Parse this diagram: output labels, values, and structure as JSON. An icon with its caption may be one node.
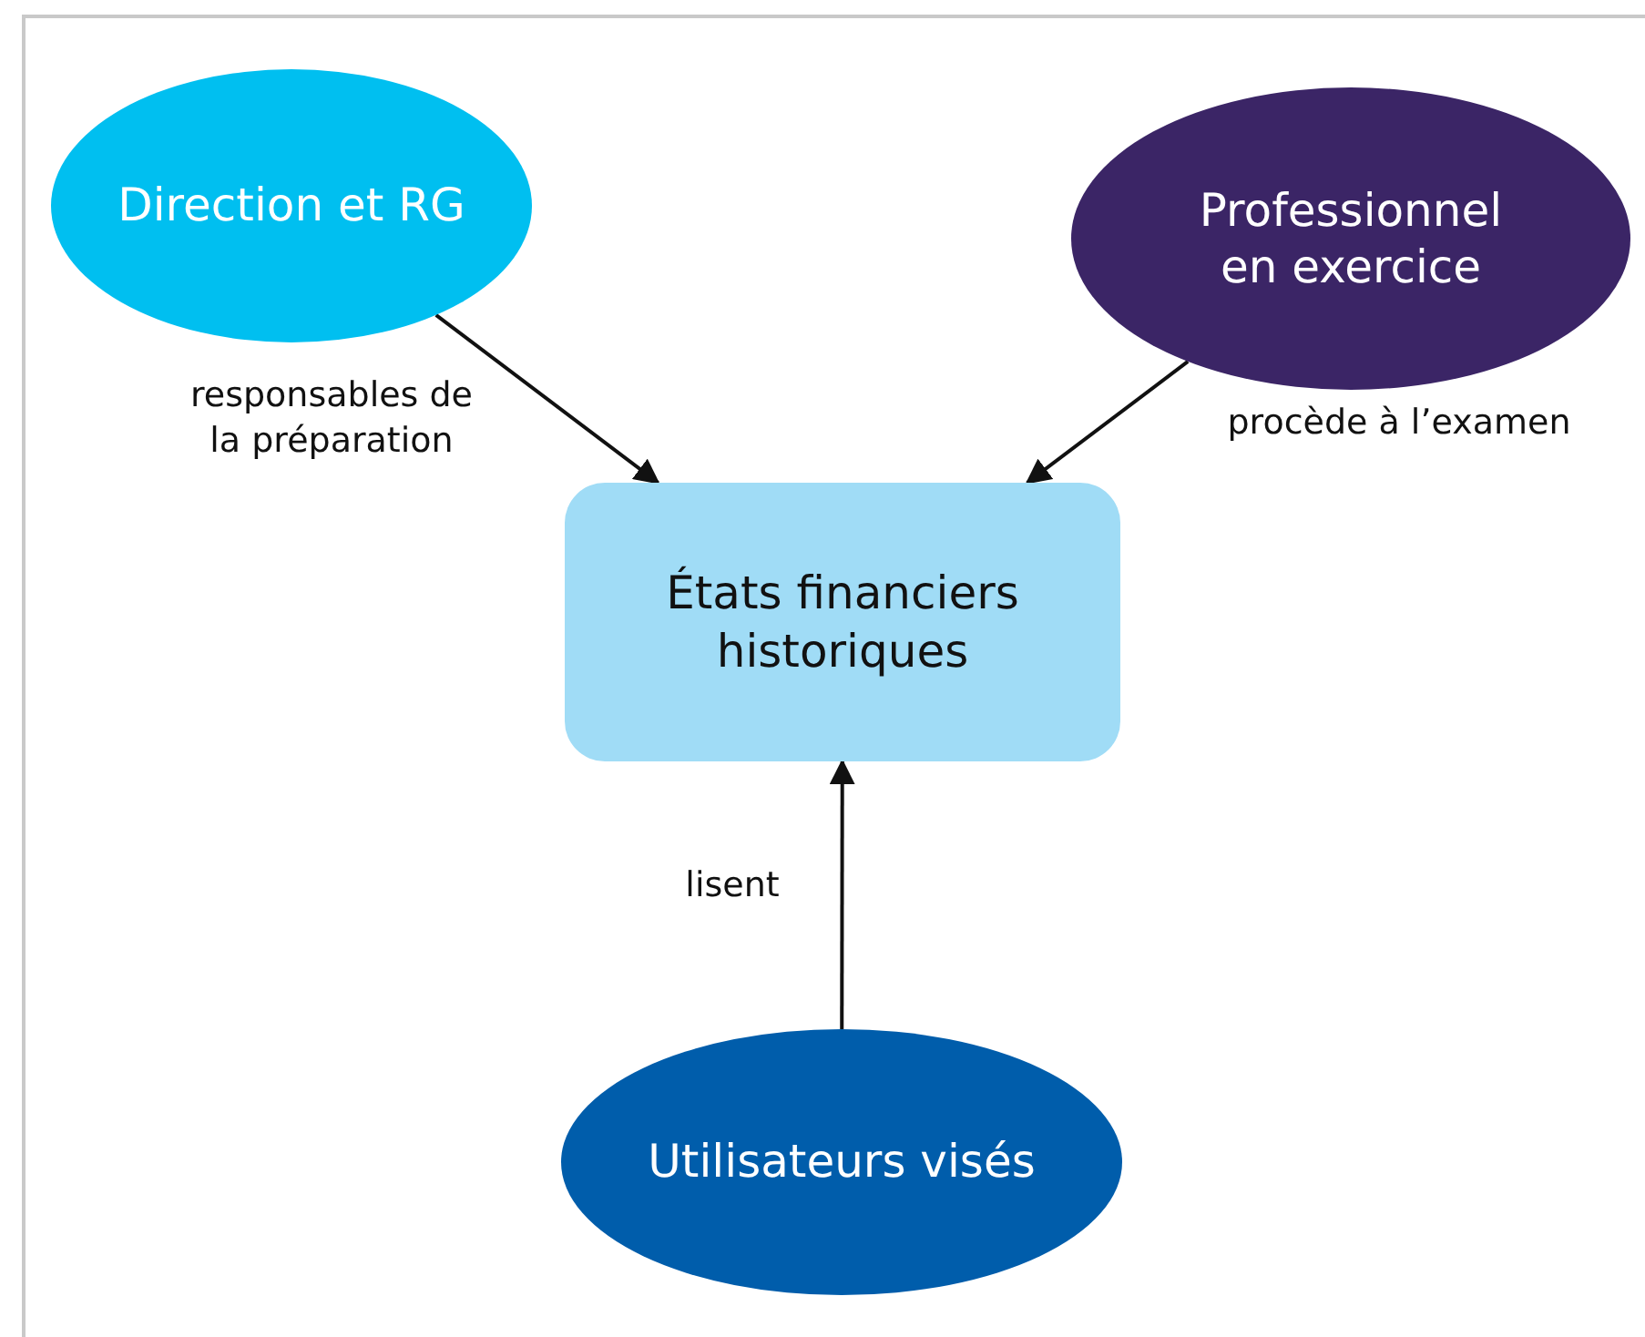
{
  "diagram": {
    "nodes": [
      {
        "text": [
          "Direction et RG"
        ]
      },
      {
        "text": [
          "Professionnel en exercice"
        ]
      },
      {
        "text": [
          "États financiers historiques"
        ]
      },
      {
        "text": [
          "Utilisateurs visés"
        ]
      }
    ],
    "edges": [
      {
        "from": 0,
        "to": 2,
        "arrow": "to",
        "label": "responsables de la préparation"
      },
      {
        "from": 1,
        "to": 2,
        "arrow": "to",
        "label": "procède à l’examen"
      },
      {
        "from": 3,
        "to": 2,
        "arrow": "to",
        "label": "lisent"
      }
    ]
  }
}
